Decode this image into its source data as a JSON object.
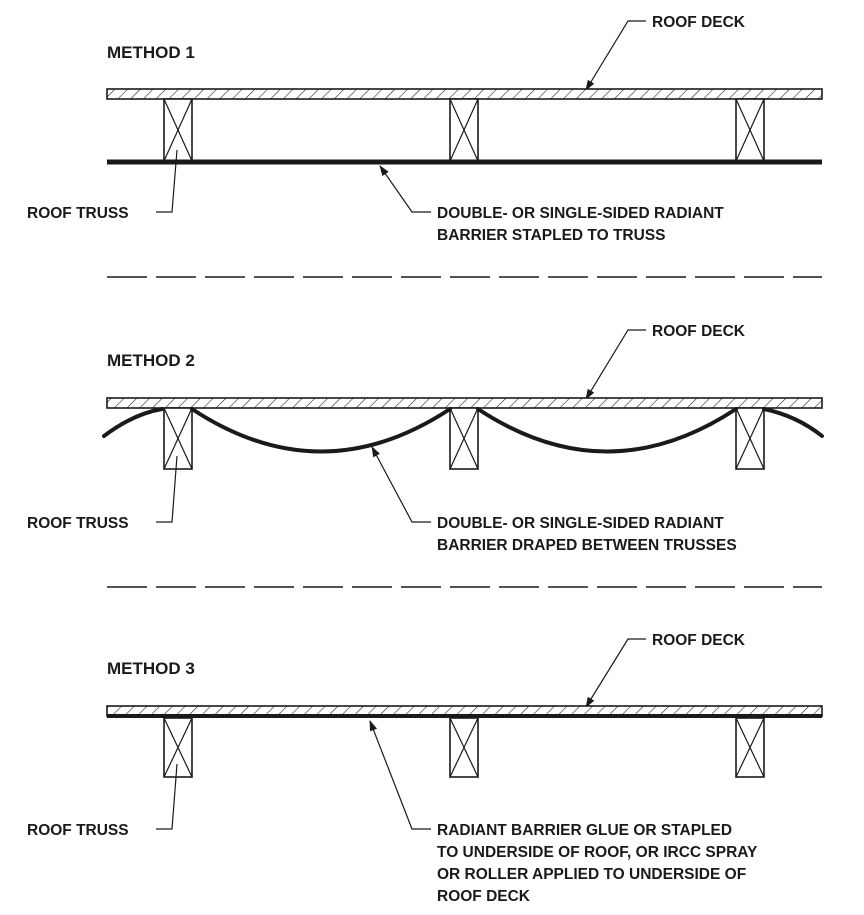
{
  "methods": [
    {
      "title": "METHOD 1",
      "deck_label": "ROOF DECK",
      "truss_label": "ROOF TRUSS",
      "barrier_lines": [
        "DOUBLE- OR SINGLE-SIDED RADIANT",
        "BARRIER STAPLED TO TRUSS"
      ]
    },
    {
      "title": "METHOD 2",
      "deck_label": "ROOF DECK",
      "truss_label": "ROOF TRUSS",
      "barrier_lines": [
        "DOUBLE- OR SINGLE-SIDED RADIANT",
        "BARRIER DRAPED BETWEEN TRUSSES"
      ]
    },
    {
      "title": "METHOD 3",
      "deck_label": "ROOF DECK",
      "truss_label": "ROOF TRUSS",
      "barrier_lines": [
        "RADIANT BARRIER GLUE OR STAPLED",
        "TO UNDERSIDE OF ROOF, OR IRCC SPRAY",
        "OR ROLLER APPLIED TO UNDERSIDE OF",
        "ROOF DECK"
      ]
    }
  ]
}
